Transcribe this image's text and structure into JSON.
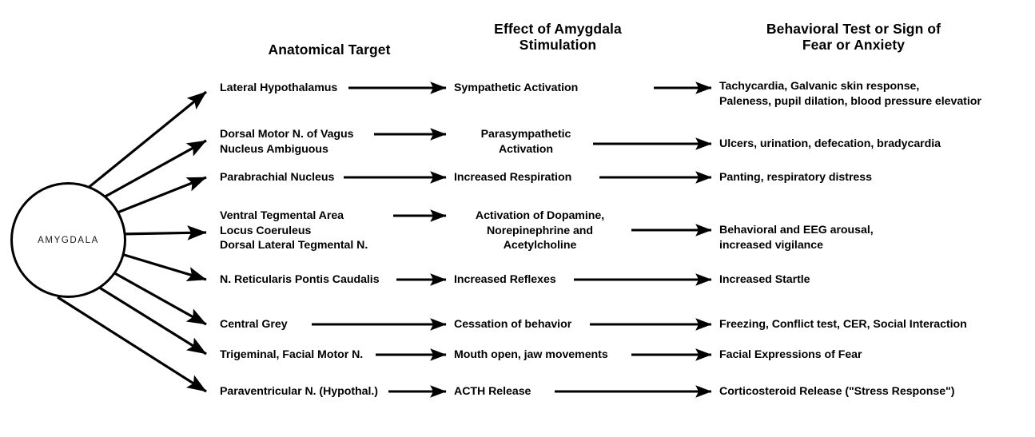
{
  "headers": {
    "anatomical": "Anatomical Target",
    "effect": "Effect of Amygdala\nStimulation",
    "behavioral": "Behavioral Test or Sign of\nFear or Anxiety"
  },
  "source_node": {
    "label": "AMYGDALA",
    "shape": "circle"
  },
  "colors": {
    "stroke": "#000000",
    "background": "#ffffff",
    "text": "#000000"
  },
  "rows": [
    {
      "anatomical_target": "Lateral Hypothalamus",
      "effect": "Sympathetic Activation",
      "behavioral": "Tachycardia, Galvanic skin response,\n  Paleness, pupil dilation, blood pressure elevatior"
    },
    {
      "anatomical_target": "Dorsal Motor N. of Vagus\nNucleus Ambiguous",
      "effect": "Parasympathetic\nActivation",
      "behavioral": "Ulcers, urination, defecation, bradycardia"
    },
    {
      "anatomical_target": "Parabrachial Nucleus",
      "effect": "Increased Respiration",
      "behavioral": "Panting, respiratory distress"
    },
    {
      "anatomical_target": "Ventral Tegmental Area\nLocus Coeruleus\nDorsal Lateral Tegmental N.",
      "effect": "Activation of Dopamine,\nNorepinephrine and\nAcetylcholine",
      "behavioral": "Behavioral and EEG arousal,\n  increased vigilance"
    },
    {
      "anatomical_target": "N. Reticularis Pontis Caudalis",
      "effect": "Increased Reflexes",
      "behavioral": "Increased Startle"
    },
    {
      "anatomical_target": "Central Grey",
      "effect": "Cessation of behavior",
      "behavioral": "Freezing, Conflict test, CER, Social Interaction"
    },
    {
      "anatomical_target": "Trigeminal, Facial Motor N.",
      "effect": "Mouth open, jaw movements",
      "behavioral": "Facial Expressions of Fear"
    },
    {
      "anatomical_target": "Paraventricular N. (Hypothal.)",
      "effect": "ACTH Release",
      "behavioral": "Corticosteroid Release (\"Stress Response\")"
    }
  ]
}
